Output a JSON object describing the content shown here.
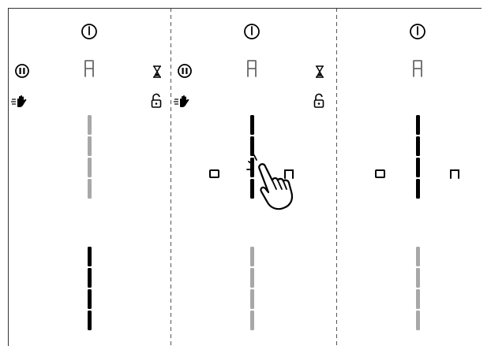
{
  "panels": [
    {
      "id": "panel-1",
      "display_char": "A",
      "show_pause": true,
      "show_timer": true,
      "show_wipe": true,
      "show_lock": true,
      "left_char": "",
      "right_char": "",
      "upper_slider": "inactive",
      "lower_slider": "active",
      "touch_hand": false
    },
    {
      "id": "panel-2",
      "display_char": "A",
      "show_pause": true,
      "show_timer": true,
      "show_wipe": true,
      "show_lock": true,
      "left_char": "o",
      "right_char": "n",
      "upper_slider": "active",
      "lower_slider": "inactive",
      "touch_hand": true
    },
    {
      "id": "panel-3",
      "display_char": "A",
      "show_pause": false,
      "show_timer": false,
      "show_wipe": false,
      "show_lock": false,
      "left_char": "o",
      "right_char": "n",
      "upper_slider": "active",
      "lower_slider": "inactive",
      "touch_hand": false
    }
  ],
  "icons": {
    "power": "power-icon",
    "pause": "pause-icon",
    "timer": "hourglass-icon",
    "wipe": "wipe-protection-icon",
    "lock": "unlock-icon",
    "hand": "touch-hand-icon"
  },
  "colors": {
    "active": "#000000",
    "inactive": "#a8a8a8",
    "divider": "#555555"
  }
}
